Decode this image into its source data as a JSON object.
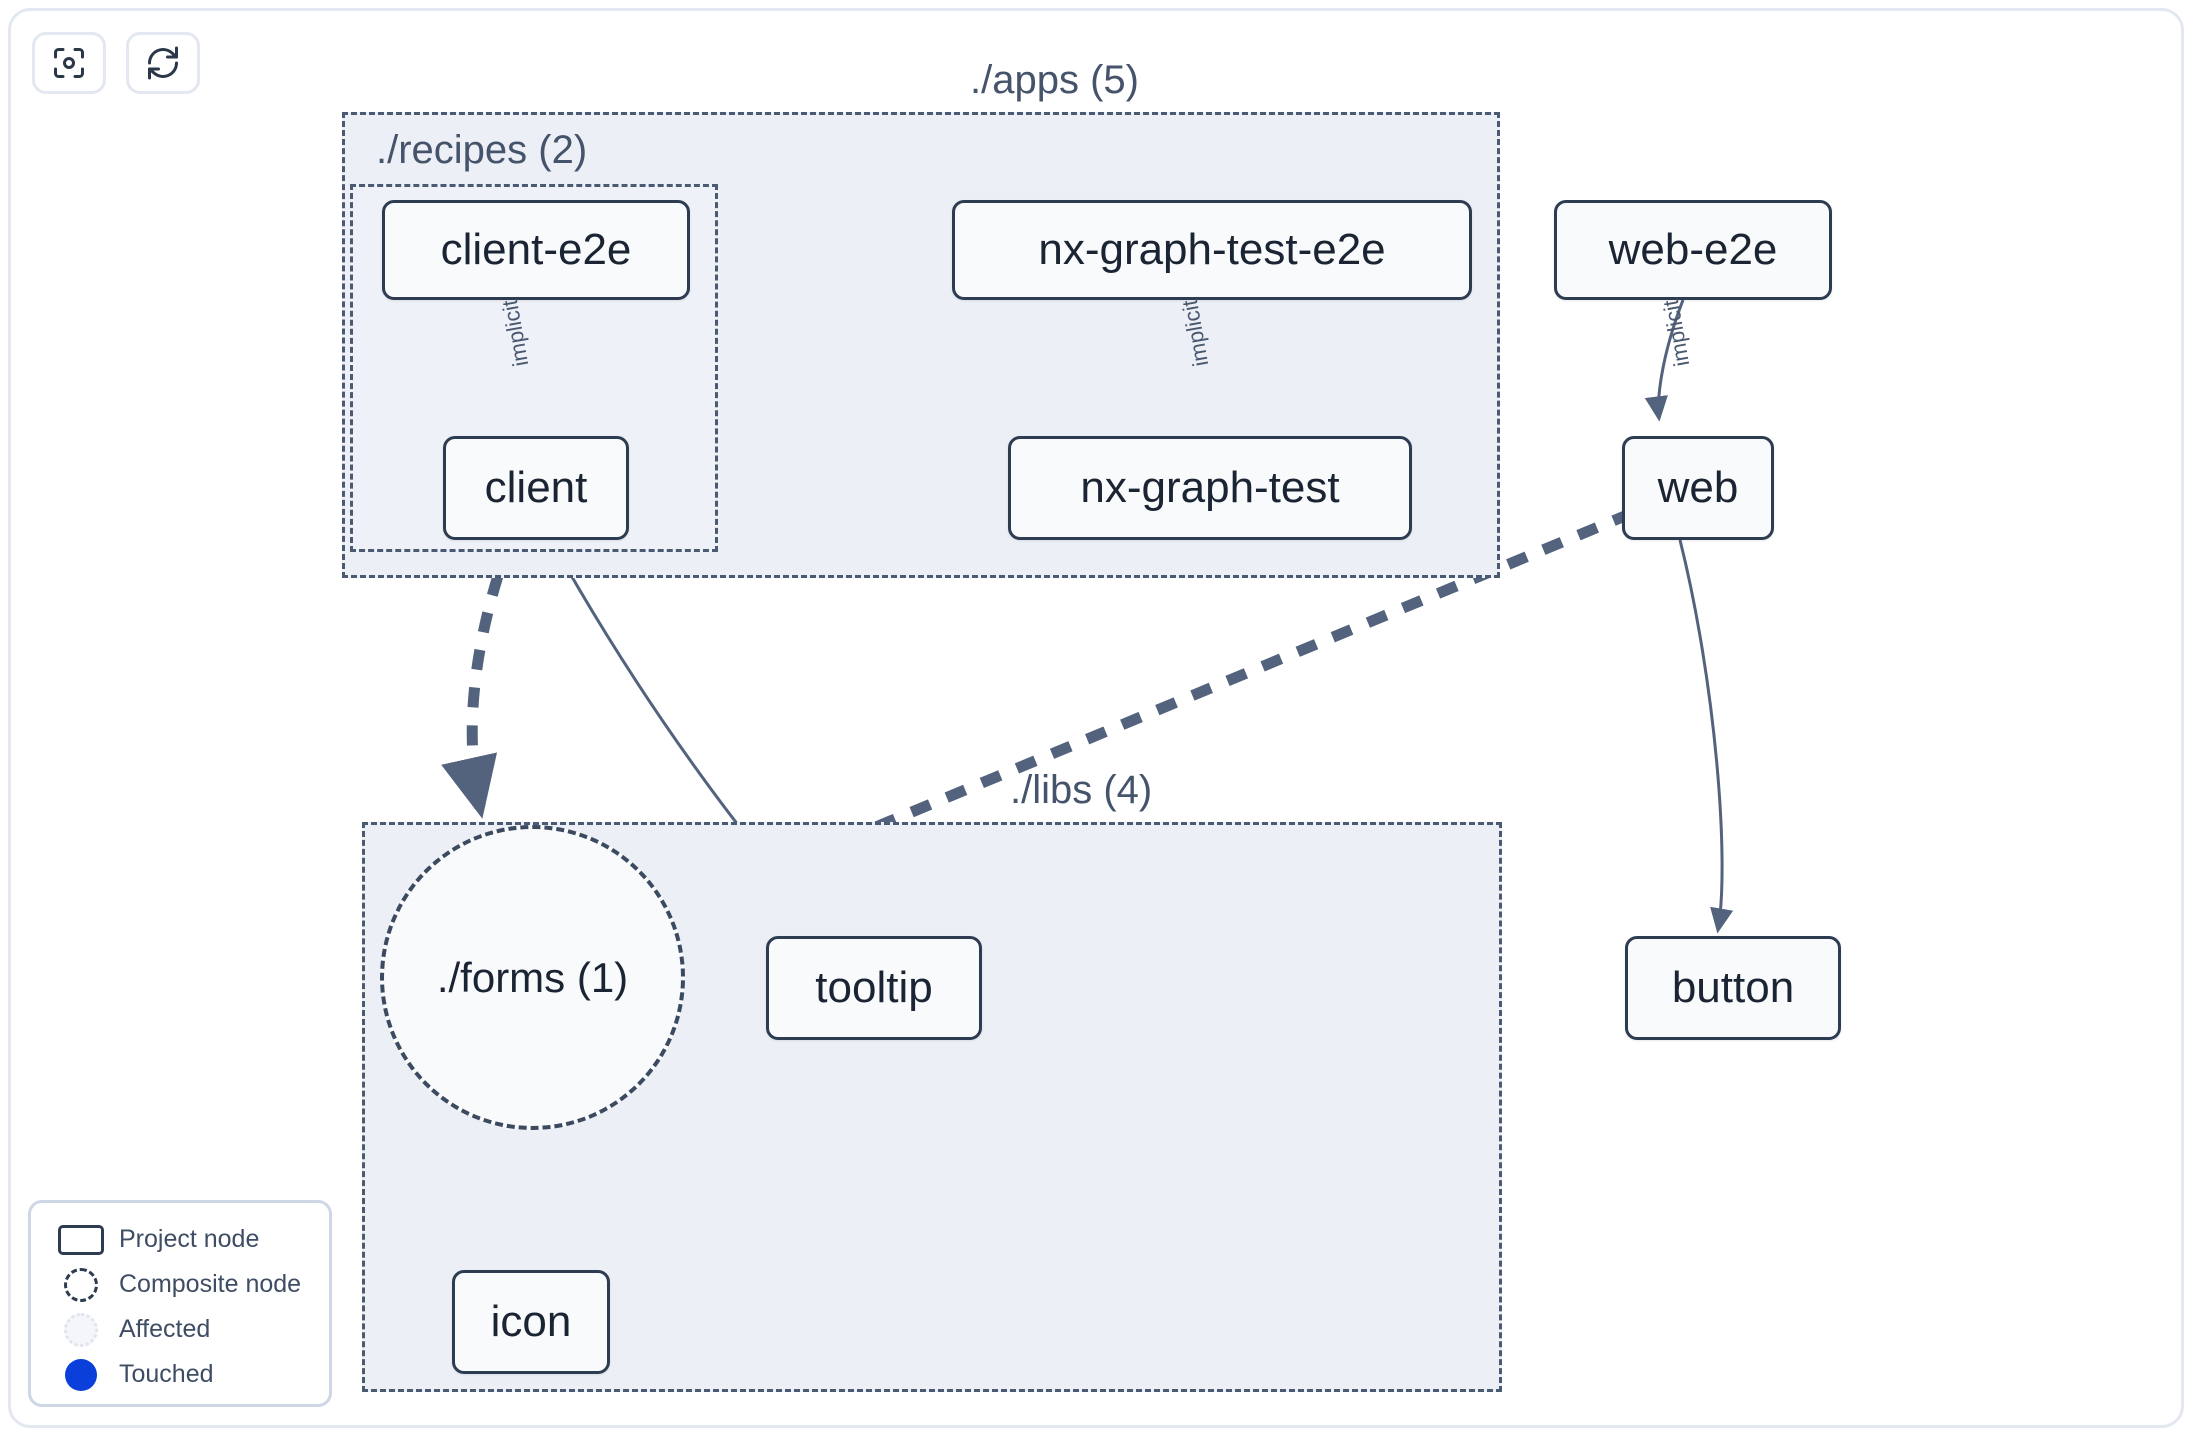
{
  "toolbar": {
    "buttons": [
      {
        "name": "focus-target-button",
        "icon": "focus-target-icon",
        "label": ""
      },
      {
        "name": "refresh-button",
        "icon": "refresh-icon",
        "label": ""
      }
    ]
  },
  "graph": {
    "groups": [
      {
        "id": "apps",
        "label": "./apps (5)",
        "count": 5
      },
      {
        "id": "recipes",
        "label": "./recipes (2)",
        "count": 2
      },
      {
        "id": "libs",
        "label": "./libs (4)",
        "count": 4
      }
    ],
    "nodes": [
      {
        "id": "client-e2e",
        "label": "client-e2e",
        "type": "project",
        "group": "recipes"
      },
      {
        "id": "nx-graph-test-e2e",
        "label": "nx-graph-test-e2e",
        "type": "project",
        "group": "apps"
      },
      {
        "id": "web-e2e",
        "label": "web-e2e",
        "type": "project",
        "group": "apps"
      },
      {
        "id": "client",
        "label": "client",
        "type": "project",
        "group": "recipes"
      },
      {
        "id": "nx-graph-test",
        "label": "nx-graph-test",
        "type": "project",
        "group": "apps"
      },
      {
        "id": "web",
        "label": "web",
        "type": "project",
        "group": "apps"
      },
      {
        "id": "forms",
        "label": "./forms (1)",
        "type": "composite",
        "group": "libs"
      },
      {
        "id": "tooltip",
        "label": "tooltip",
        "type": "project",
        "group": "libs"
      },
      {
        "id": "button",
        "label": "button",
        "type": "project",
        "group": "libs"
      },
      {
        "id": "icon",
        "label": "icon",
        "type": "project",
        "group": "libs"
      }
    ],
    "edges": [
      {
        "from": "client-e2e",
        "to": "client",
        "label": "implicit",
        "style": "solid"
      },
      {
        "from": "nx-graph-test-e2e",
        "to": "nx-graph-test",
        "label": "implicit",
        "style": "solid"
      },
      {
        "from": "web-e2e",
        "to": "web",
        "label": "implicit",
        "style": "solid"
      },
      {
        "from": "client",
        "to": "forms",
        "label": "",
        "style": "dashed"
      },
      {
        "from": "client",
        "to": "tooltip",
        "label": "",
        "style": "solid"
      },
      {
        "from": "web",
        "to": "forms",
        "label": "",
        "style": "dashed"
      },
      {
        "from": "web",
        "to": "button",
        "label": "",
        "style": "solid"
      },
      {
        "from": "forms",
        "to": "icon",
        "label": "",
        "style": "dashed"
      }
    ]
  },
  "legend": {
    "items": [
      {
        "symbol": "project-node-symbol",
        "label": "Project node"
      },
      {
        "symbol": "composite-node-symbol",
        "label": "Composite node"
      },
      {
        "symbol": "affected-symbol",
        "label": "Affected"
      },
      {
        "symbol": "touched-symbol",
        "label": "Touched"
      }
    ]
  },
  "colors": {
    "group_fill": "#ecf0f6",
    "group_border": "#4b5a73",
    "node_border": "#2e3c51",
    "node_fill": "#f8fafc",
    "edge": "#54637d",
    "touched": "#0a3fdb",
    "frame_border": "#e3e7f0"
  }
}
